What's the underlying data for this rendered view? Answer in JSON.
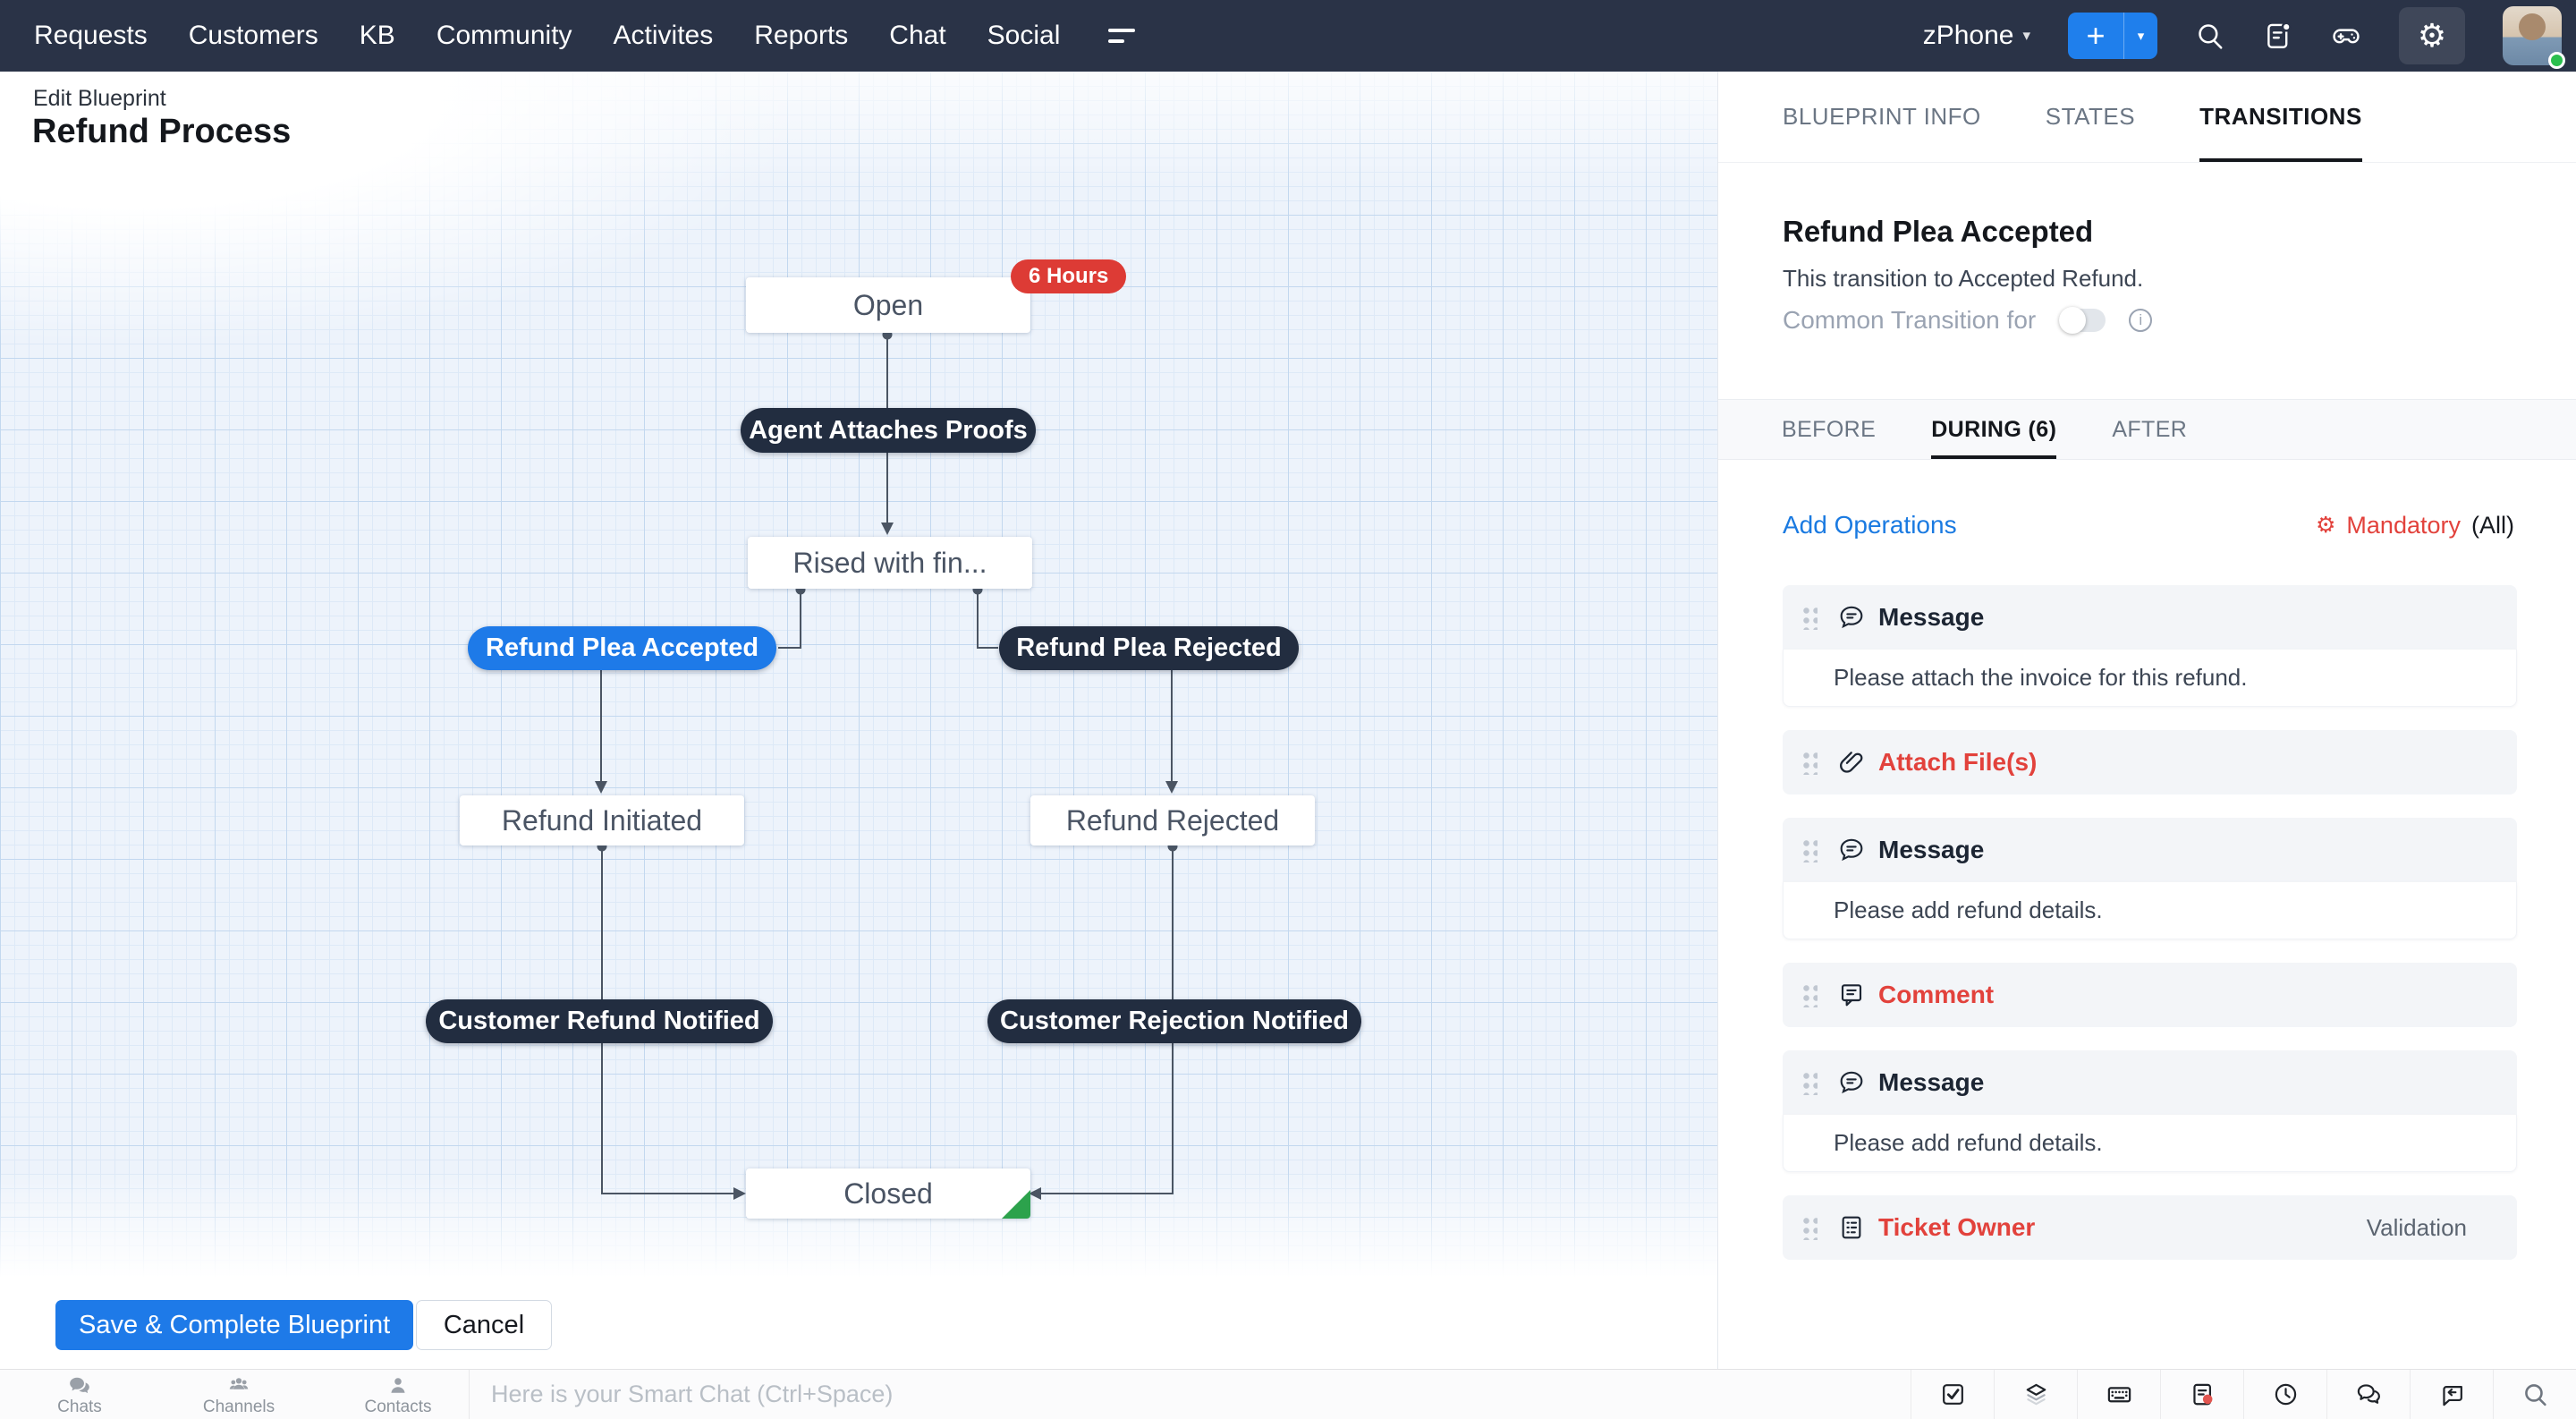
{
  "nav": {
    "items": [
      "Requests",
      "Customers",
      "KB",
      "Community",
      "Activites",
      "Reports",
      "Chat",
      "Social"
    ],
    "department": "zPhone",
    "plus_label": "+"
  },
  "canvas": {
    "kicker": "Edit Blueprint",
    "title": "Refund Process",
    "badge": "6 Hours",
    "nodes": {
      "open": "Open",
      "agent_attaches": "Agent Attaches Proofs",
      "rised": "Rised with fin...",
      "plea_accepted": "Refund Plea Accepted",
      "plea_rejected": "Refund Plea Rejected",
      "refund_initiated": "Refund Initiated",
      "refund_rejected": "Refund Rejected",
      "customer_refund_notified": "Customer Refund Notified",
      "customer_rejection_notified": "Customer Rejection Notified",
      "closed": "Closed"
    }
  },
  "footer": {
    "save_label": "Save & Complete Blueprint",
    "cancel_label": "Cancel"
  },
  "panel": {
    "tabs": [
      {
        "label": "BLUEPRINT INFO"
      },
      {
        "label": "STATES"
      },
      {
        "label": "TRANSITIONS"
      }
    ],
    "title": "Refund Plea Accepted",
    "subtitle": "This transition to Accepted Refund.",
    "common_label": "Common Transition for",
    "subtabs": [
      {
        "label": "BEFORE"
      },
      {
        "label": "DURING (6)"
      },
      {
        "label": "AFTER"
      }
    ],
    "add_operations": "Add Operations",
    "mandatory_label": "Mandatory",
    "mandatory_suffix": "(All)",
    "operations": [
      {
        "label": "Message",
        "icon": "message-icon",
        "body": "Please attach the invoice for this refund."
      },
      {
        "label": "Attach File(s)",
        "icon": "attachment-icon"
      },
      {
        "label": "Message",
        "icon": "message-icon",
        "body": "Please add refund details."
      },
      {
        "label": "Comment",
        "icon": "comment-icon"
      },
      {
        "label": "Message",
        "icon": "message-icon",
        "body": "Please add refund details."
      },
      {
        "label": "Ticket Owner",
        "icon": "ticket-fields-icon",
        "right": "Validation"
      }
    ]
  },
  "chatbar": {
    "items": [
      "Chats",
      "Channels",
      "Contacts"
    ],
    "placeholder": "Here is your Smart Chat (Ctrl+Space)",
    "right_icons": [
      "tasks-icon",
      "layers-icon",
      "keyboard-shortcuts-icon",
      "notes-icon",
      "history-icon",
      "conversations-icon",
      "reply-icon",
      "search-icon"
    ]
  },
  "colors": {
    "nav_bg": "#2a3347",
    "accent_blue": "#1e7ae8",
    "badge_red": "#dd3b35",
    "label_red": "#e2423c",
    "pill_dark": "#222d40",
    "closed_green": "#2ca24c"
  }
}
